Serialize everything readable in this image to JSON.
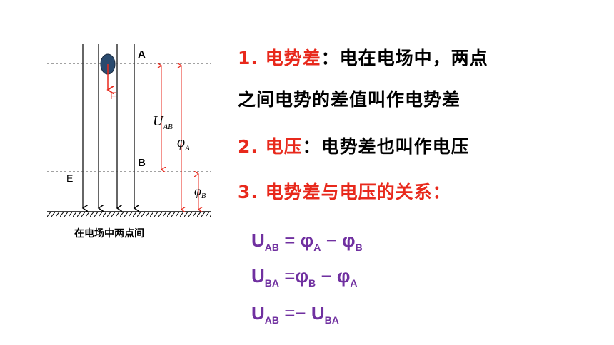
{
  "diagram": {
    "label_a": "A",
    "label_b": "B",
    "label_e": "E",
    "label_f": "F",
    "label_uab_main": "U",
    "label_uab_sub": "AB",
    "label_phia_main": "φ",
    "label_phia_sub": "A",
    "label_phib_main": "φ",
    "label_phib_sub": "B",
    "caption": "在电场中两点间"
  },
  "items": {
    "item1_num": "1. 电势差",
    "item1_colon": "：",
    "item1_text": "电在电场中，两点",
    "item1_text2": "之间电势的差值叫作电势差",
    "item2_num": "2. 电压",
    "item2_colon": "：",
    "item2_text": "电势差也叫作电压",
    "item3_text": "3. 电势差与电压的关系："
  },
  "formulas": {
    "f1": {
      "lhs_main": "U",
      "lhs_sub": "AB",
      "op": " = ",
      "t1_main": "φ",
      "t1_sub": "A",
      "minus": " − ",
      "t2_main": "φ",
      "t2_sub": "B"
    },
    "f2": {
      "lhs_main": "U",
      "lhs_sub": "BA",
      "op": " =",
      "t1_main": "φ",
      "t1_sub": "B",
      "minus": " − ",
      "t2_main": "φ",
      "t2_sub": "A"
    },
    "f3": {
      "lhs_main": "U",
      "lhs_sub": "AB",
      "op": " =− ",
      "t1_main": "U",
      "t1_sub": "BA"
    }
  },
  "colors": {
    "red": "#e8291c",
    "purple": "#7030a0",
    "charge": "#2a4a6e"
  }
}
